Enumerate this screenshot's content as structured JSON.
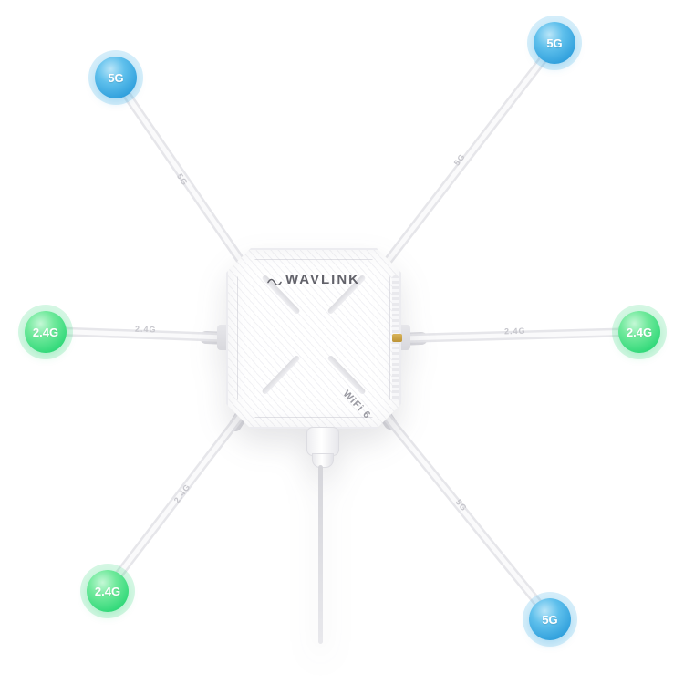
{
  "product": {
    "brand": "WAVLINK",
    "wifi_label": "WiFi 6"
  },
  "badges": [
    {
      "id": "top-left",
      "label": "5G",
      "type": "blue"
    },
    {
      "id": "top-right",
      "label": "5G",
      "type": "blue"
    },
    {
      "id": "left",
      "label": "2.4G",
      "type": "green"
    },
    {
      "id": "right",
      "label": "2.4G",
      "type": "green"
    },
    {
      "id": "bottom-left",
      "label": "2.4G",
      "type": "green"
    },
    {
      "id": "bottom-right",
      "label": "5G",
      "type": "blue"
    }
  ],
  "antenna_marks": [
    "5G",
    "5G",
    "2.4G",
    "2.4G",
    "2.4G",
    "5G"
  ],
  "colors": {
    "badge_blue": "#2f9fdc",
    "badge_green": "#2fd878",
    "background": "#ffffff",
    "device_text": "#62626a"
  }
}
